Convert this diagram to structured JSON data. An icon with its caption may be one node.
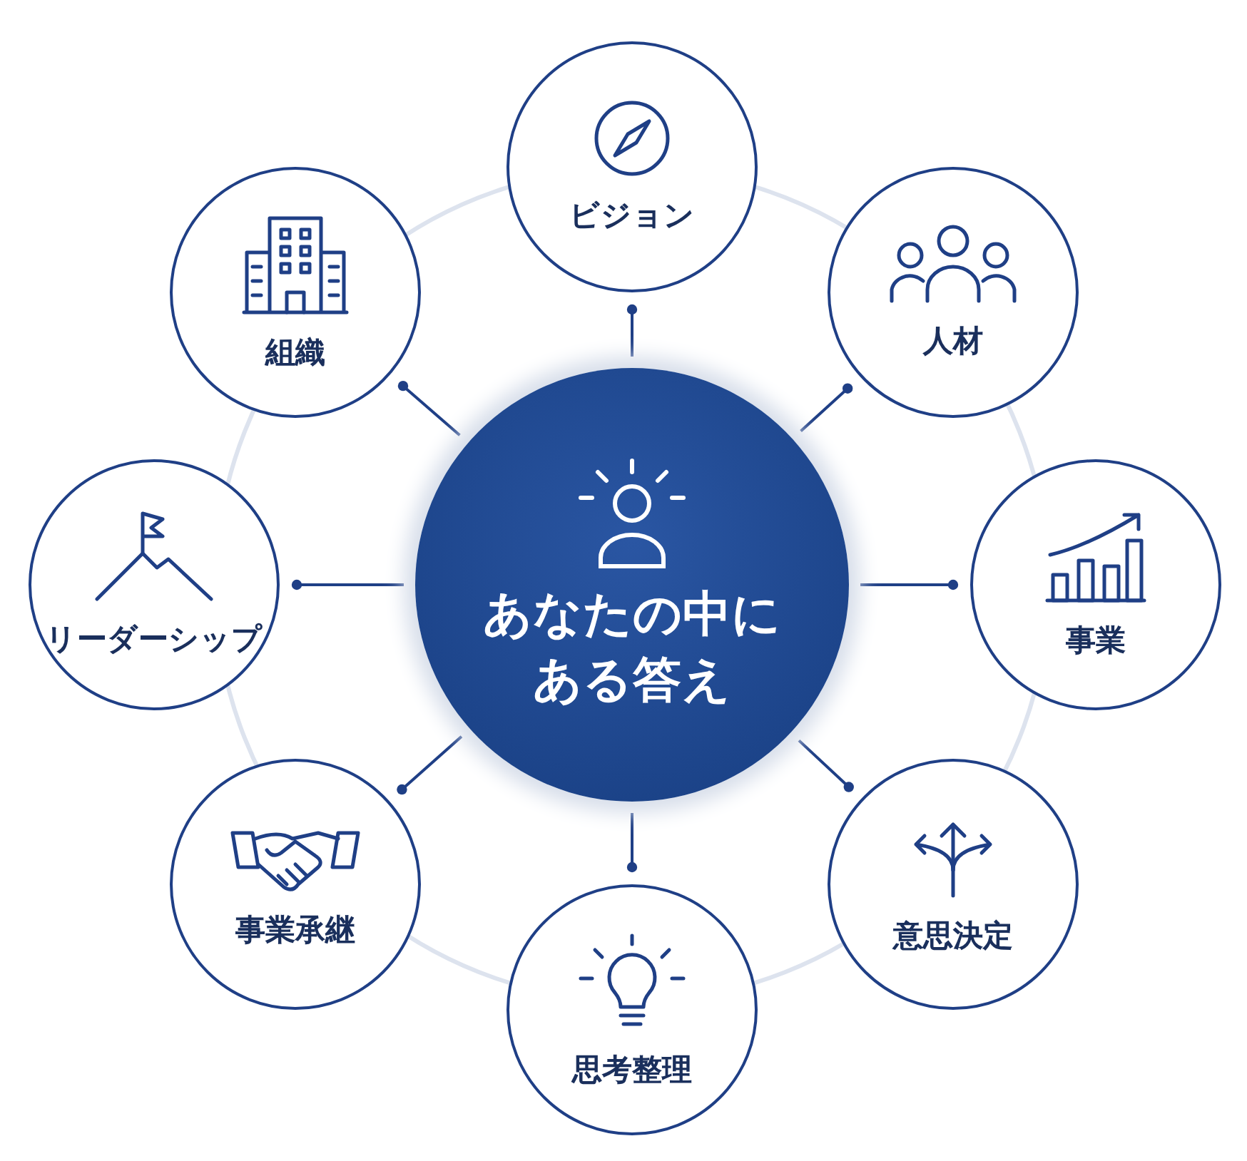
{
  "diagram": {
    "nodes": [
      {
        "text": [
          "あなたの中にある答え"
        ]
      },
      {
        "text": [
          "ビジョン"
        ]
      },
      {
        "text": [
          "人材"
        ]
      },
      {
        "text": [
          "事業"
        ]
      },
      {
        "text": [
          "意思決定"
        ]
      },
      {
        "text": [
          "思考整理"
        ]
      },
      {
        "text": [
          "事業承継"
        ]
      },
      {
        "text": [
          "リーダーシップ"
        ]
      },
      {
        "text": [
          "組織"
        ]
      }
    ],
    "edges": [
      {
        "from": 0,
        "to": 1,
        "arrow": "other"
      },
      {
        "from": 0,
        "to": 2,
        "arrow": "other"
      },
      {
        "from": 0,
        "to": 3,
        "arrow": "other"
      },
      {
        "from": 0,
        "to": 4,
        "arrow": "other"
      },
      {
        "from": 0,
        "to": 5,
        "arrow": "other"
      },
      {
        "from": 0,
        "to": 6,
        "arrow": "other"
      },
      {
        "from": 0,
        "to": 7,
        "arrow": "other"
      },
      {
        "from": 0,
        "to": 8,
        "arrow": "other"
      }
    ]
  }
}
